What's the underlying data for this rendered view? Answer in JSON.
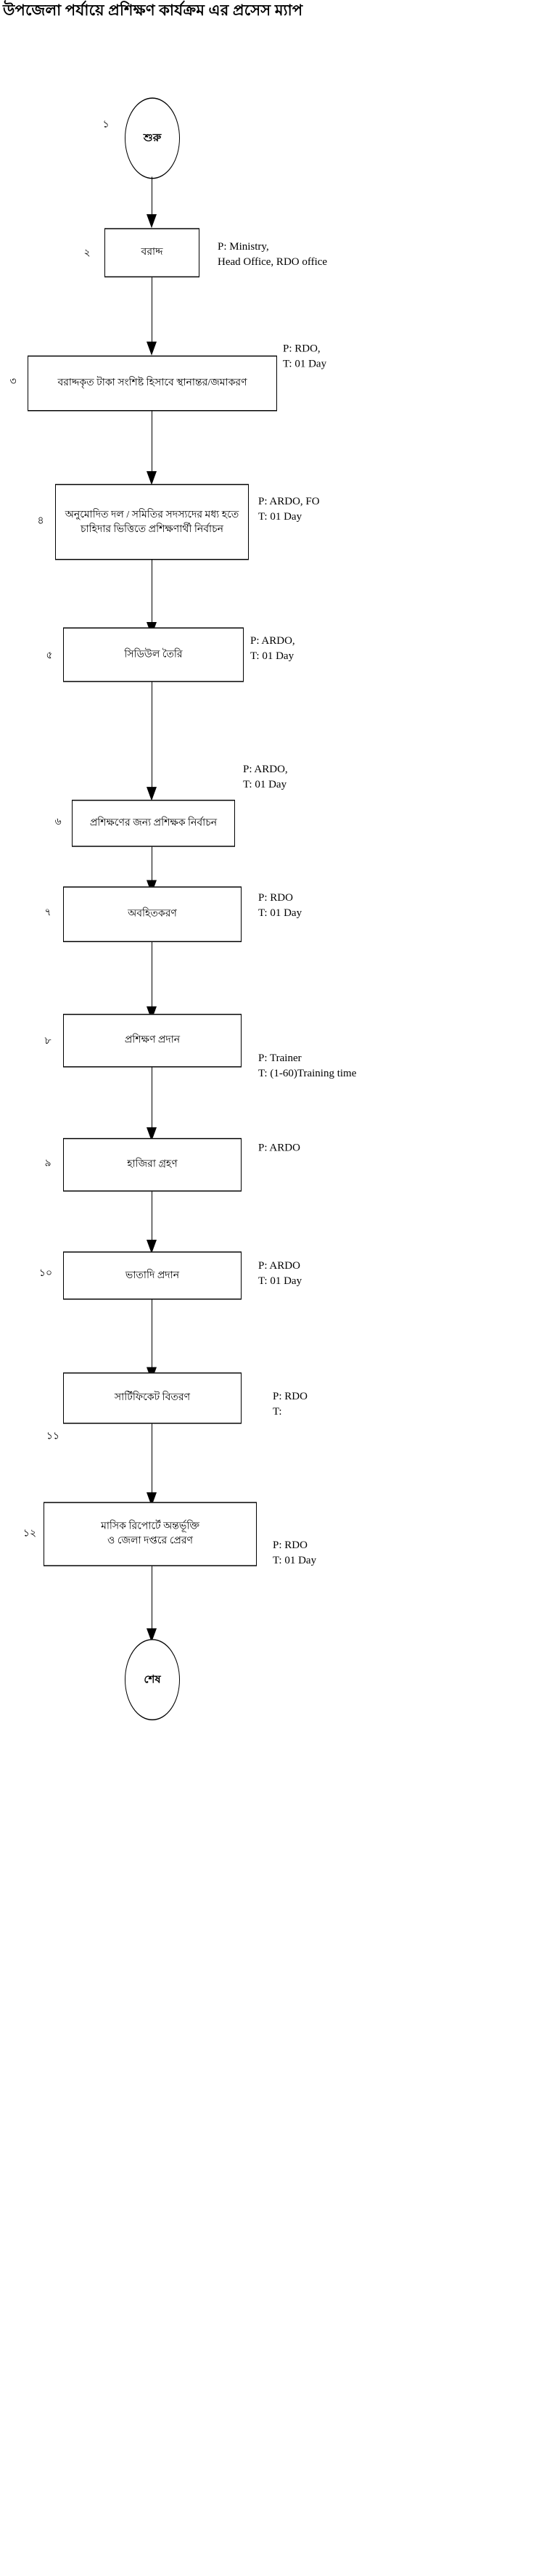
{
  "title": "উপজেলা পর্যায়ে প্রশিক্ষণ কার্যক্রম এর প্রসেস ম্যাপ",
  "diagram": {
    "type": "flowchart",
    "orientation": "top-to-bottom",
    "start": {
      "label": "শুরু",
      "step_number": "১"
    },
    "end": {
      "label": "শেষ"
    },
    "steps": [
      {
        "step_number": "২",
        "label": "বরাদ্দ",
        "annotation": "P:  Ministry,\n     Head Office, RDO office",
        "performer": "Ministry, Head Office, RDO office",
        "time": ""
      },
      {
        "step_number": "৩",
        "label": "বরাদ্দকৃত টাকা সংশিষ্ট হিসাবে স্থানান্তর/জমাকরণ",
        "annotation": "P:  RDO,\nT:  01 Day",
        "performer": "RDO",
        "time": "01 Day"
      },
      {
        "step_number": "৪",
        "label": "অনুমোদিত দল / সমিতির সদস্যদের মধ্য হতে\nচাহিদার ভিত্তিতে প্রশিক্ষণার্থী নির্বাচন",
        "annotation": "P:  ARDO, FO\nT:  01 Day",
        "performer": "ARDO, FO",
        "time": "01 Day"
      },
      {
        "step_number": "৫",
        "label": "সিডিউল তৈরি",
        "annotation": "P:  ARDO,\nT:  01 Day",
        "performer": "ARDO",
        "time": "01 Day"
      },
      {
        "step_number": "৬",
        "label": "প্রশিক্ষণের জন্য প্রশিক্ষক নির্বাচন",
        "annotation": "P:  ARDO,\nT:  01 Day",
        "performer": "ARDO",
        "time": "01 Day"
      },
      {
        "step_number": "৭",
        "label": "অবহিতকরণ",
        "annotation": "P: RDO\nT:  01 Day",
        "performer": "RDO",
        "time": "01 Day"
      },
      {
        "step_number": "৮",
        "label": "প্রশিক্ষণ প্রদান",
        "annotation": "P: Trainer\nT:  (1-60)Training time",
        "performer": "Trainer",
        "time": "(1-60)Training time"
      },
      {
        "step_number": "৯",
        "label": "হাজিরা গ্রহণ",
        "annotation": "P: ARDO",
        "performer": "ARDO",
        "time": ""
      },
      {
        "step_number": "১০",
        "label": "ভাতাদি প্রদান",
        "annotation": "P: ARDO\nT:  01 Day",
        "performer": "ARDO",
        "time": "01 Day"
      },
      {
        "step_number": "১১",
        "label": "সার্টিফিকেট বিতরণ",
        "annotation": "P: RDO\nT:",
        "performer": "RDO",
        "time": ""
      },
      {
        "step_number": "১২",
        "label": "মাসিক রিপোর্টে অন্তর্ভূক্তি\nও জেলা দপ্তরে প্রেরণ",
        "annotation": "P: RDO\nT:  01 Day",
        "performer": "RDO",
        "time": "01 Day"
      }
    ]
  },
  "colors": {
    "stroke": "#000000",
    "background": "#ffffff",
    "text": "#000000"
  }
}
